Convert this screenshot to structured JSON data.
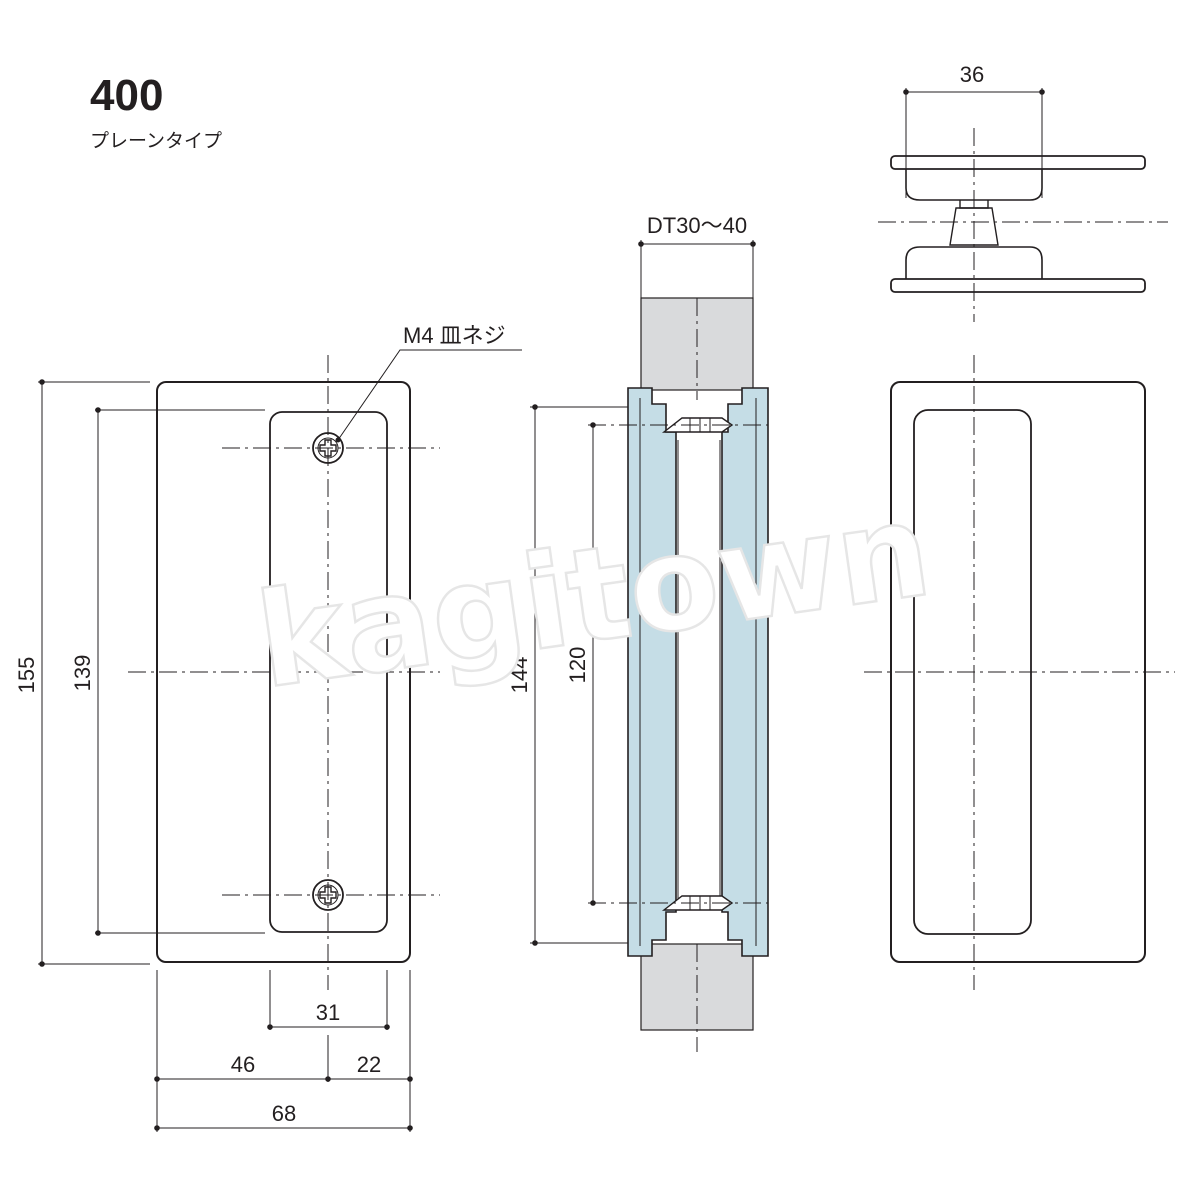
{
  "header": {
    "model": "400",
    "type_name": "プレーンタイプ"
  },
  "front_view": {
    "screw_callout": "M4 皿ネジ",
    "dim_height_overall": "155",
    "dim_height_inner": "139",
    "dim_inner_width": "31",
    "dim_left_part": "46",
    "dim_right_part": "22",
    "dim_width_overall": "68"
  },
  "section_view": {
    "door_thickness": "DT30〜40",
    "dim_outer_height": "144",
    "dim_screw_pitch": "120"
  },
  "top_view": {
    "dim_depth": "36"
  },
  "watermark": "kagitown",
  "colors": {
    "line": "#231f20",
    "door_fill": "#d9dadc",
    "profile_fill": "#c5dde6"
  }
}
